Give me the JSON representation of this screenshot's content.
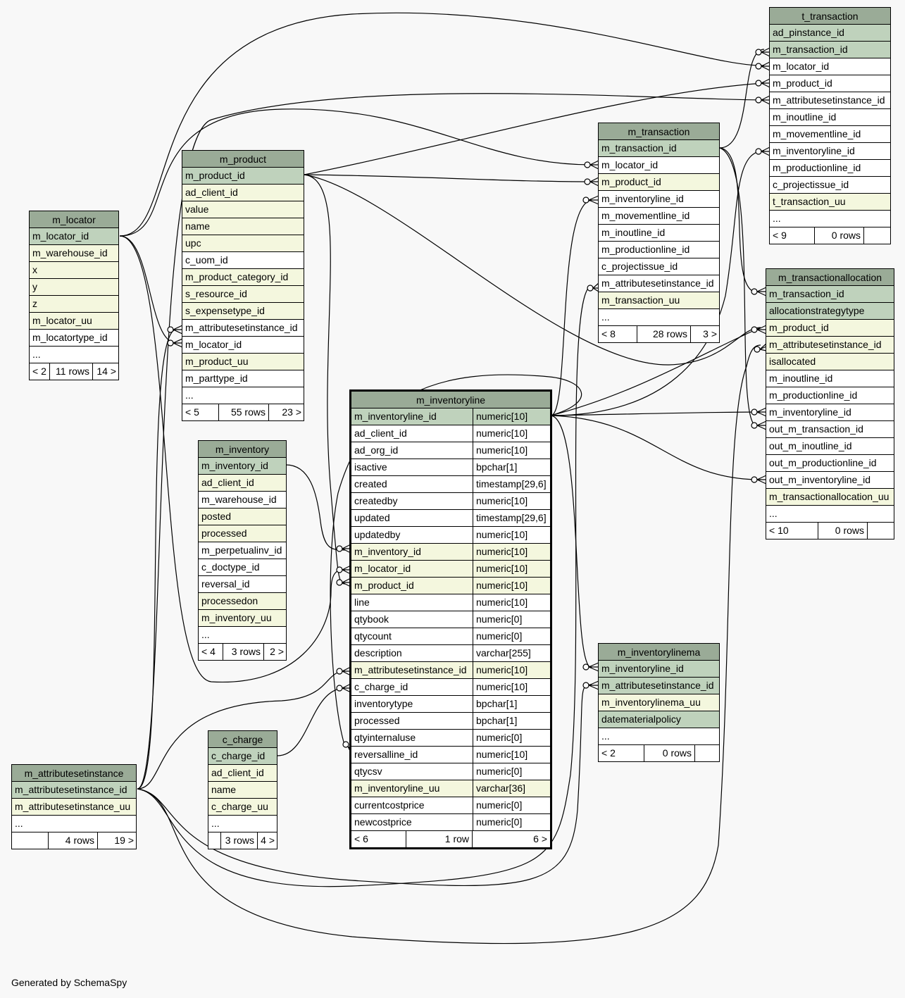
{
  "footer": "Generated by SchemaSpy",
  "tables": {
    "t_transaction": {
      "name": "t_transaction",
      "rows": [
        {
          "n": "ad_pinstance_id",
          "k": "pk"
        },
        {
          "n": "m_transaction_id",
          "k": "pk"
        },
        {
          "n": "m_locator_id",
          "k": "plain"
        },
        {
          "n": "m_product_id",
          "k": "plain"
        },
        {
          "n": "m_attributesetinstance_id",
          "k": "plain"
        },
        {
          "n": "m_inoutline_id",
          "k": "plain"
        },
        {
          "n": "m_movementline_id",
          "k": "plain"
        },
        {
          "n": "m_inventoryline_id",
          "k": "plain"
        },
        {
          "n": "m_productionline_id",
          "k": "plain"
        },
        {
          "n": "c_projectissue_id",
          "k": "plain"
        },
        {
          "n": "t_transaction_uu",
          "k": "fk"
        },
        {
          "n": "...",
          "k": "plain"
        }
      ],
      "footer": [
        "< 9",
        "0 rows",
        ""
      ]
    },
    "m_transaction": {
      "name": "m_transaction",
      "rows": [
        {
          "n": "m_transaction_id",
          "k": "pk"
        },
        {
          "n": "m_locator_id",
          "k": "plain"
        },
        {
          "n": "m_product_id",
          "k": "fk"
        },
        {
          "n": "m_inventoryline_id",
          "k": "plain"
        },
        {
          "n": "m_movementline_id",
          "k": "plain"
        },
        {
          "n": "m_inoutline_id",
          "k": "plain"
        },
        {
          "n": "m_productionline_id",
          "k": "plain"
        },
        {
          "n": "c_projectissue_id",
          "k": "plain"
        },
        {
          "n": "m_attributesetinstance_id",
          "k": "plain"
        },
        {
          "n": "m_transaction_uu",
          "k": "fk"
        },
        {
          "n": "...",
          "k": "plain"
        }
      ],
      "footer": [
        "< 8",
        "28 rows",
        "3 >"
      ]
    },
    "m_transactionallocation": {
      "name": "m_transactionallocation",
      "rows": [
        {
          "n": "m_transaction_id",
          "k": "pk"
        },
        {
          "n": "allocationstrategytype",
          "k": "pk"
        },
        {
          "n": "m_product_id",
          "k": "fk"
        },
        {
          "n": "m_attributesetinstance_id",
          "k": "fk"
        },
        {
          "n": "isallocated",
          "k": "fk"
        },
        {
          "n": "m_inoutline_id",
          "k": "plain"
        },
        {
          "n": "m_productionline_id",
          "k": "plain"
        },
        {
          "n": "m_inventoryline_id",
          "k": "plain"
        },
        {
          "n": "out_m_transaction_id",
          "k": "plain"
        },
        {
          "n": "out_m_inoutline_id",
          "k": "plain"
        },
        {
          "n": "out_m_productionline_id",
          "k": "plain"
        },
        {
          "n": "out_m_inventoryline_id",
          "k": "plain"
        },
        {
          "n": "m_transactionallocation_uu",
          "k": "fk"
        },
        {
          "n": "...",
          "k": "plain"
        }
      ],
      "footer": [
        "< 10",
        "0 rows",
        ""
      ]
    },
    "m_product": {
      "name": "m_product",
      "rows": [
        {
          "n": "m_product_id",
          "k": "pk"
        },
        {
          "n": "ad_client_id",
          "k": "fk"
        },
        {
          "n": "value",
          "k": "fk"
        },
        {
          "n": "name",
          "k": "fk"
        },
        {
          "n": "upc",
          "k": "fk"
        },
        {
          "n": "c_uom_id",
          "k": "plain"
        },
        {
          "n": "m_product_category_id",
          "k": "fk"
        },
        {
          "n": "s_resource_id",
          "k": "fk"
        },
        {
          "n": "s_expensetype_id",
          "k": "fk"
        },
        {
          "n": "m_attributesetinstance_id",
          "k": "plain"
        },
        {
          "n": "m_locator_id",
          "k": "plain"
        },
        {
          "n": "m_product_uu",
          "k": "fk"
        },
        {
          "n": "m_parttype_id",
          "k": "plain"
        },
        {
          "n": "...",
          "k": "plain"
        }
      ],
      "footer": [
        "< 5",
        "55 rows",
        "23 >"
      ]
    },
    "m_locator": {
      "name": "m_locator",
      "rows": [
        {
          "n": "m_locator_id",
          "k": "pk"
        },
        {
          "n": "m_warehouse_id",
          "k": "fk"
        },
        {
          "n": "x",
          "k": "fk"
        },
        {
          "n": "y",
          "k": "fk"
        },
        {
          "n": "z",
          "k": "fk"
        },
        {
          "n": "m_locator_uu",
          "k": "fk"
        },
        {
          "n": "m_locatortype_id",
          "k": "plain"
        },
        {
          "n": "...",
          "k": "plain"
        }
      ],
      "footer": [
        "< 2",
        "11 rows",
        "14 >"
      ]
    },
    "m_inventory": {
      "name": "m_inventory",
      "rows": [
        {
          "n": "m_inventory_id",
          "k": "pk"
        },
        {
          "n": "ad_client_id",
          "k": "fk"
        },
        {
          "n": "m_warehouse_id",
          "k": "plain"
        },
        {
          "n": "posted",
          "k": "fk"
        },
        {
          "n": "processed",
          "k": "fk"
        },
        {
          "n": "m_perpetualinv_id",
          "k": "plain"
        },
        {
          "n": "c_doctype_id",
          "k": "plain"
        },
        {
          "n": "reversal_id",
          "k": "plain"
        },
        {
          "n": "processedon",
          "k": "fk"
        },
        {
          "n": "m_inventory_uu",
          "k": "fk"
        },
        {
          "n": "...",
          "k": "plain"
        }
      ],
      "footer": [
        "< 4",
        "3 rows",
        "2 >"
      ]
    },
    "m_inventoryline": {
      "name": "m_inventoryline",
      "rows": [
        {
          "n": "m_inventoryline_id",
          "t": "numeric[10]",
          "k": "pk"
        },
        {
          "n": "ad_client_id",
          "t": "numeric[10]",
          "k": "plain"
        },
        {
          "n": "ad_org_id",
          "t": "numeric[10]",
          "k": "plain"
        },
        {
          "n": "isactive",
          "t": "bpchar[1]",
          "k": "plain"
        },
        {
          "n": "created",
          "t": "timestamp[29,6]",
          "k": "plain"
        },
        {
          "n": "createdby",
          "t": "numeric[10]",
          "k": "plain"
        },
        {
          "n": "updated",
          "t": "timestamp[29,6]",
          "k": "plain"
        },
        {
          "n": "updatedby",
          "t": "numeric[10]",
          "k": "plain"
        },
        {
          "n": "m_inventory_id",
          "t": "numeric[10]",
          "k": "fk"
        },
        {
          "n": "m_locator_id",
          "t": "numeric[10]",
          "k": "fk"
        },
        {
          "n": "m_product_id",
          "t": "numeric[10]",
          "k": "fk"
        },
        {
          "n": "line",
          "t": "numeric[10]",
          "k": "plain"
        },
        {
          "n": "qtybook",
          "t": "numeric[0]",
          "k": "plain"
        },
        {
          "n": "qtycount",
          "t": "numeric[0]",
          "k": "plain"
        },
        {
          "n": "description",
          "t": "varchar[255]",
          "k": "plain"
        },
        {
          "n": "m_attributesetinstance_id",
          "t": "numeric[10]",
          "k": "fk"
        },
        {
          "n": "c_charge_id",
          "t": "numeric[10]",
          "k": "plain"
        },
        {
          "n": "inventorytype",
          "t": "bpchar[1]",
          "k": "plain"
        },
        {
          "n": "processed",
          "t": "bpchar[1]",
          "k": "plain"
        },
        {
          "n": "qtyinternaluse",
          "t": "numeric[0]",
          "k": "plain"
        },
        {
          "n": "reversalline_id",
          "t": "numeric[10]",
          "k": "plain"
        },
        {
          "n": "qtycsv",
          "t": "numeric[0]",
          "k": "plain"
        },
        {
          "n": "m_inventoryline_uu",
          "t": "varchar[36]",
          "k": "fk"
        },
        {
          "n": "currentcostprice",
          "t": "numeric[0]",
          "k": "plain"
        },
        {
          "n": "newcostprice",
          "t": "numeric[0]",
          "k": "plain"
        }
      ],
      "footer": [
        "< 6",
        "1 row",
        "6 >"
      ]
    },
    "m_inventorylinema": {
      "name": "m_inventorylinema",
      "rows": [
        {
          "n": "m_inventoryline_id",
          "k": "pk"
        },
        {
          "n": "m_attributesetinstance_id",
          "k": "pk"
        },
        {
          "n": "m_inventorylinema_uu",
          "k": "fk"
        },
        {
          "n": "datematerialpolicy",
          "k": "pk"
        },
        {
          "n": "...",
          "k": "plain"
        }
      ],
      "footer": [
        "< 2",
        "0 rows",
        ""
      ]
    },
    "m_attributesetinstance": {
      "name": "m_attributesetinstance",
      "rows": [
        {
          "n": "m_attributesetinstance_id",
          "k": "pk"
        },
        {
          "n": "m_attributesetinstance_uu",
          "k": "fk"
        },
        {
          "n": "...",
          "k": "plain"
        }
      ],
      "footer": [
        "",
        "4 rows",
        "19 >"
      ]
    },
    "c_charge": {
      "name": "c_charge",
      "rows": [
        {
          "n": "c_charge_id",
          "k": "pk"
        },
        {
          "n": "ad_client_id",
          "k": "fk"
        },
        {
          "n": "name",
          "k": "fk"
        },
        {
          "n": "c_charge_uu",
          "k": "fk"
        },
        {
          "n": "...",
          "k": "plain"
        }
      ],
      "footer": [
        "",
        "3 rows",
        "4 >"
      ]
    }
  }
}
